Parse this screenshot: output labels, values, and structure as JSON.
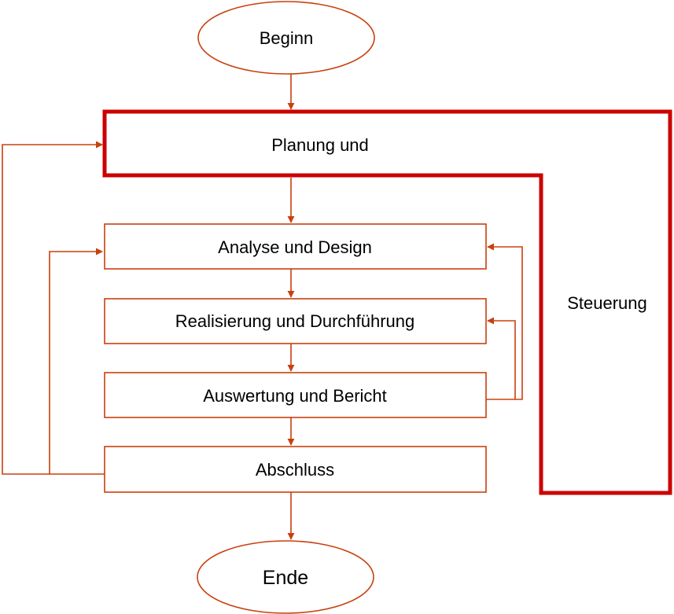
{
  "diagram": {
    "colors": {
      "connector": "#c8400e",
      "box_border": "#c8400e",
      "control_frame": "#cc0000",
      "background": "#ffffff",
      "text": "#000000"
    },
    "nodes": {
      "start": "Beginn",
      "planning": "Planung und",
      "analysis": "Analyse und Design",
      "implementation": "Realisierung und Durchführung",
      "evaluation": "Auswertung und Bericht",
      "closure": "Abschluss",
      "end": "Ende"
    },
    "control_label": "Steuerung"
  }
}
